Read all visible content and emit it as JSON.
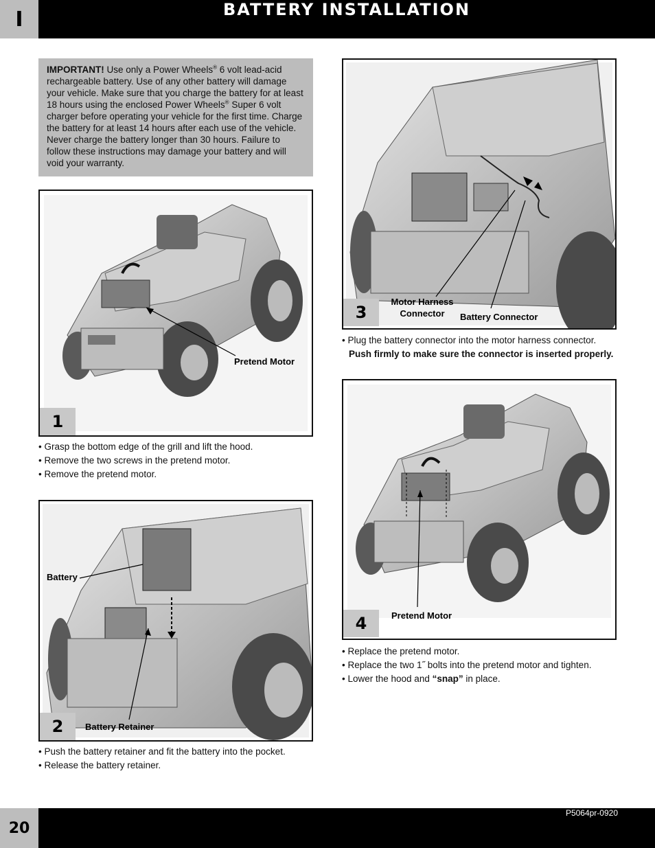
{
  "header": {
    "section_tab": "I",
    "title": "BATTERY INSTALLATION"
  },
  "important": {
    "label": "IMPORTANT!",
    "text_1": " Use only a Power Wheels",
    "reg_1": "®",
    "text_2": " 6 volt lead-acid rechargeable battery. Use of any other battery will damage your vehicle. Make sure that you charge the battery for at least 18 hours using the enclosed Power Wheels",
    "reg_2": "®",
    "text_3": " Super 6 volt charger before operating your vehicle for the first time. Charge the battery for at least 14 hours after each use of the vehicle. Never charge the battery longer than 30 hours. Failure to follow these instructions may damage your battery and will void your warranty."
  },
  "figures": [
    {
      "number": "1",
      "callouts": [
        "Pretend Motor"
      ]
    },
    {
      "number": "2",
      "callouts": [
        "Battery",
        "Battery Retainer"
      ]
    },
    {
      "number": "3",
      "callouts": [
        "Motor Harness Connector",
        "Battery Connector"
      ]
    },
    {
      "number": "4",
      "callouts": [
        "Pretend Motor"
      ]
    }
  ],
  "steps": {
    "step1": [
      "Grasp the bottom edge of the grill and lift the hood.",
      "Remove the two screws in the pretend motor.",
      "Remove the pretend motor."
    ],
    "step2": [
      "Push the battery retainer and fit the battery into the pocket.",
      "Release the battery retainer."
    ],
    "step3": {
      "line": "Plug the battery connector into the motor harness connector.",
      "bold": "Push firmly to make sure the connector is inserted properly."
    },
    "step4": {
      "line_1": "Replace the pretend motor.",
      "line_2": "Replace the two 1˝ bolts into the pretend motor and tighten.",
      "line_3_pre": "Lower the hood and ",
      "line_3_bold": "“snap”",
      "line_3_post": " in place."
    }
  },
  "footer": {
    "page_number": "20",
    "code": "P5064pr-0920"
  }
}
